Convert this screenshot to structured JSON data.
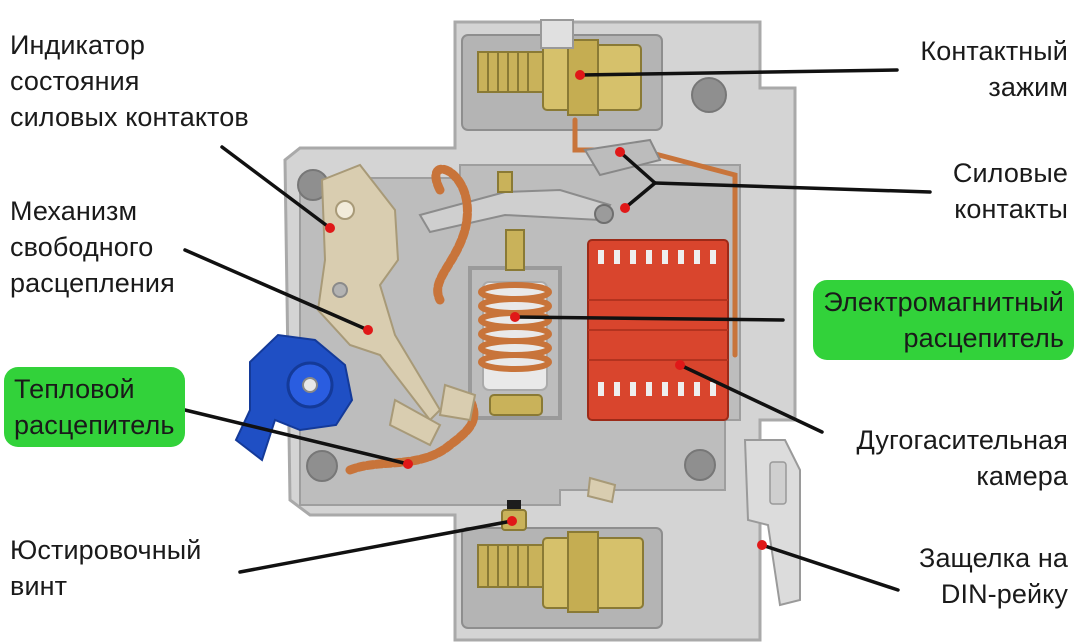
{
  "labels": {
    "indicator": [
      "Индикатор",
      "состояния",
      "силовых контактов"
    ],
    "mechanism": [
      "Механизм",
      "свободного",
      "расцепления"
    ],
    "thermal": [
      "Тепловой",
      "расцепитель"
    ],
    "screw": [
      "Юстировочный",
      "винт"
    ],
    "terminal": [
      "Контактный",
      "зажим"
    ],
    "power_contacts": [
      "Силовые",
      "контакты"
    ],
    "electromagnetic": [
      "Электромагнитный",
      "расцепитель"
    ],
    "arc_chamber": [
      "Дугогасительная",
      "камера"
    ],
    "din_latch": [
      "Защелка на",
      "DIN-рейку"
    ]
  },
  "colors": {
    "highlight": "#32d23a",
    "housing": "#d4d4d4",
    "housing_dark": "#a9a9a9",
    "copper": "#c8743a",
    "brass": "#c9b25a",
    "arc_chamber": "#d9452d",
    "lever": "#d9cdb0",
    "knob": "#1f4fc4",
    "leader": "#111111",
    "marker": "#e01818"
  }
}
